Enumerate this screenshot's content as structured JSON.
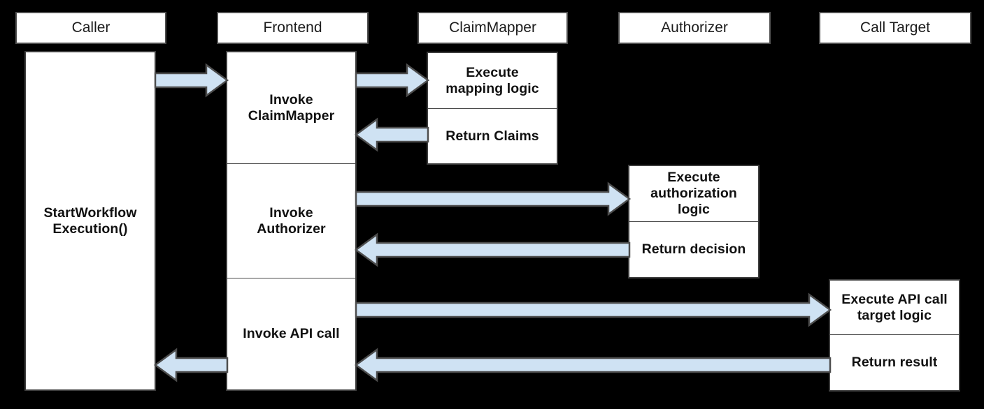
{
  "colors": {
    "background": "#000000",
    "box_fill": "#ffffff",
    "box_border": "#3d3d3d",
    "header_border": "#4f4f4f",
    "arrow_fill": "#cfe2f3",
    "arrow_outline": "#4d4d4d",
    "text": "#111111"
  },
  "actors": [
    {
      "label": "Caller"
    },
    {
      "label": "Frontend"
    },
    {
      "label": "ClaimMapper"
    },
    {
      "label": "Authorizer"
    },
    {
      "label": "Call Target"
    }
  ],
  "caller": {
    "activation_label": "StartWorkflow\nExecution()"
  },
  "frontend": {
    "sections": [
      {
        "label": "Invoke\nClaimMapper"
      },
      {
        "label": "Invoke\nAuthorizer"
      },
      {
        "label": "Invoke API call"
      }
    ]
  },
  "claim_mapper": {
    "cells": [
      {
        "label": "Execute\nmapping logic"
      },
      {
        "label": "Return Claims"
      }
    ]
  },
  "authorizer": {
    "cells": [
      {
        "label": "Execute\nauthorization\nlogic"
      },
      {
        "label": "Return decision"
      }
    ]
  },
  "call_target": {
    "cells": [
      {
        "label": "Execute API call\ntarget logic"
      },
      {
        "label": "Return result"
      }
    ]
  },
  "flows": [
    {
      "from": "Caller",
      "to": "Frontend"
    },
    {
      "from": "Frontend",
      "to": "ClaimMapper"
    },
    {
      "from": "ClaimMapper",
      "to": "Frontend"
    },
    {
      "from": "Frontend",
      "to": "Authorizer"
    },
    {
      "from": "Authorizer",
      "to": "Frontend"
    },
    {
      "from": "Frontend",
      "to": "Call Target"
    },
    {
      "from": "Call Target",
      "to": "Frontend"
    },
    {
      "from": "Frontend",
      "to": "Caller"
    }
  ]
}
